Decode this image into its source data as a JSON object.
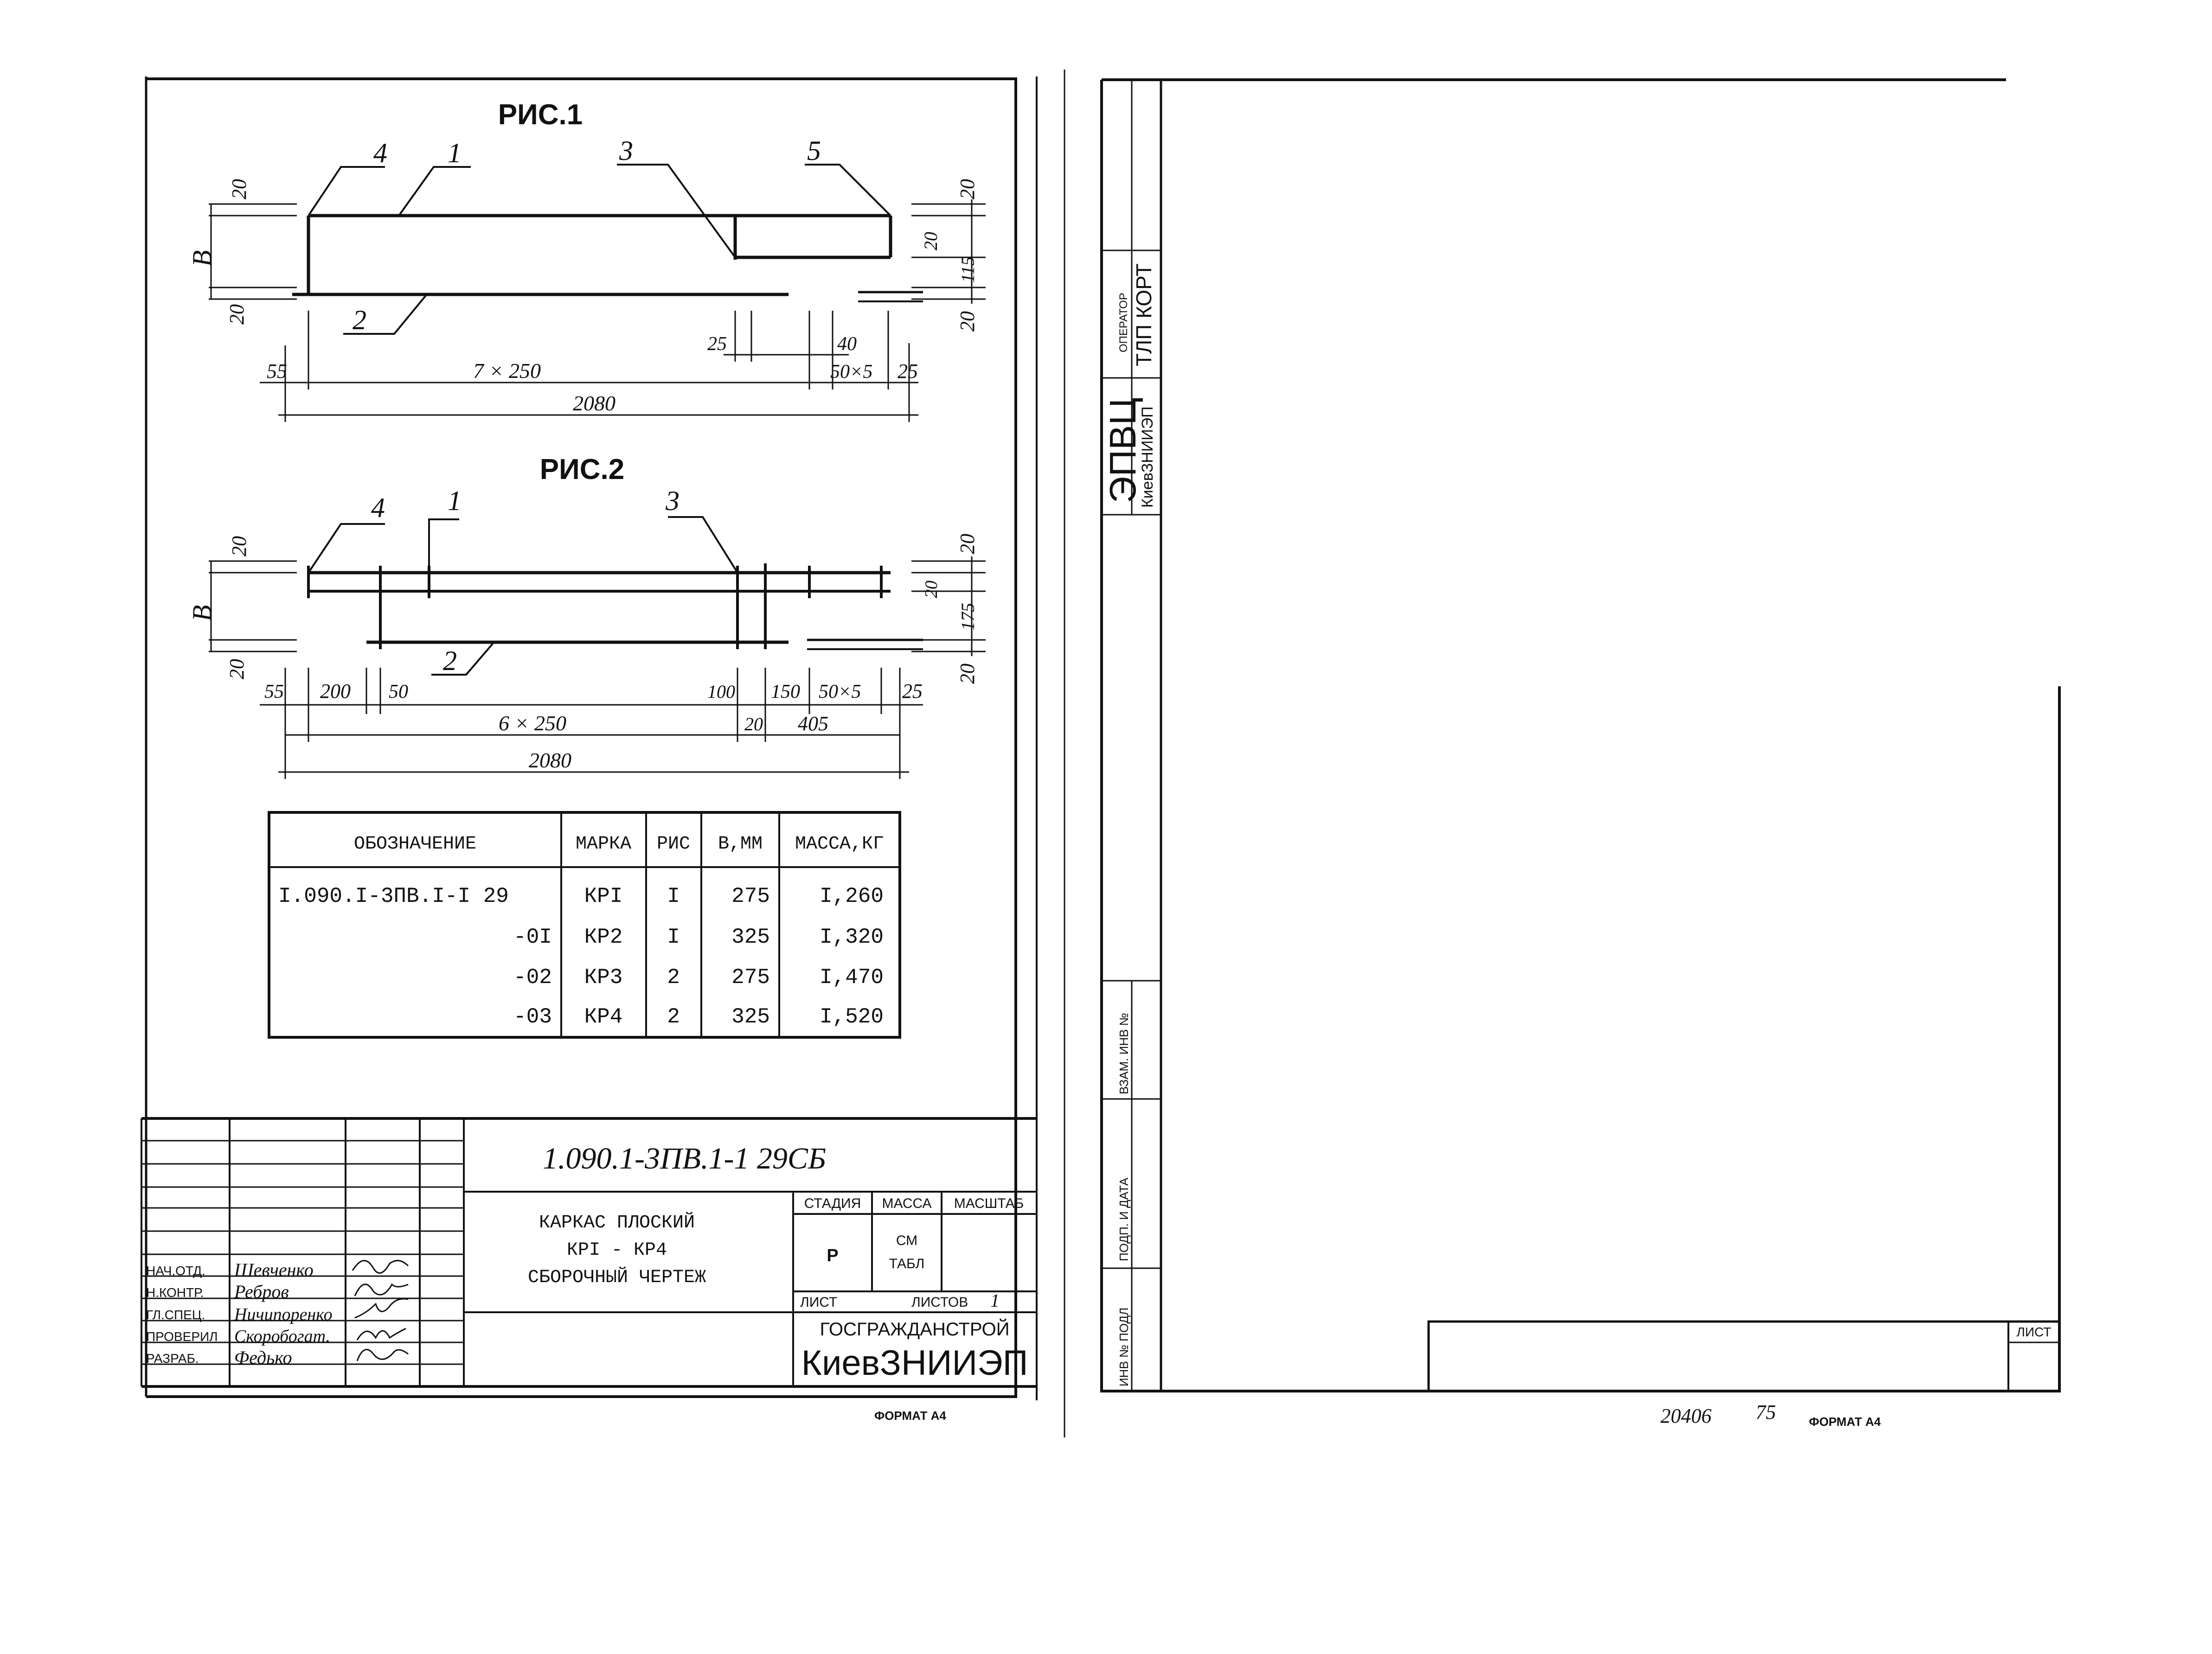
{
  "sheet1": {
    "fig1": {
      "title": "РИС.1",
      "callouts": [
        "4",
        "1",
        "3",
        "5",
        "2"
      ],
      "dims": {
        "b": "B",
        "top20": "20",
        "bot20": "20",
        "r_top20": "20",
        "r_20": "20",
        "r_115": "115",
        "r_bot20": "20",
        "d25": "25",
        "d40": "40",
        "d55": "55",
        "d7x250": "7 × 250",
        "d50x5": "50×5",
        "d25r": "25",
        "d2080": "2080"
      }
    },
    "fig2": {
      "title": "РИС.2",
      "callouts": [
        "4",
        "1",
        "3",
        "2"
      ],
      "dims": {
        "b": "B",
        "top20": "20",
        "bot20": "20",
        "r_top20": "20",
        "r_20": "20",
        "r_175": "175",
        "r_bot20": "20",
        "d55": "55",
        "d200": "200",
        "d50": "50",
        "d100": "100",
        "d150": "150",
        "d50x5": "50×5",
        "d25": "25",
        "d6x250": "6 × 250",
        "d20": "20",
        "d405": "405",
        "d2080": "2080"
      }
    },
    "table": {
      "headers": [
        "ОБОЗНАЧЕНИЕ",
        "МАРКА",
        "РИС",
        "В,ММ",
        "МАССА,КГ"
      ],
      "rows": [
        [
          "I.090.I-3ПВ.I-I 29",
          "КРI",
          "I",
          "275",
          "I,260"
        ],
        [
          "-0I",
          "КР2",
          "I",
          "325",
          "I,320"
        ],
        [
          "-02",
          "КР3",
          "2",
          "275",
          "I,470"
        ],
        [
          "-03",
          "КР4",
          "2",
          "325",
          "I,520"
        ]
      ]
    },
    "title_block": {
      "code": "1.090.1-3ПВ.1-1  29СБ",
      "name_lines": [
        "КАРКАС ПЛОСКИЙ",
        "КРI  -  КР4",
        "СБОРОЧНЫЙ  ЧЕРТЕЖ"
      ],
      "stage_header": "СТАДИЯ",
      "mass_header": "МАССА",
      "scale_header": "МАСШТАБ",
      "stage_value": "Р",
      "mass_value_1": "СМ",
      "mass_value_2": "ТАБЛ",
      "sheet_label": "ЛИСТ",
      "sheets_label": "ЛИСТОВ",
      "sheets_value": "1",
      "org_line1": "ГОСГРАЖДАНСТРОЙ",
      "org_line2": "КиевЗНИИЭП",
      "staff": [
        {
          "role": "НАЧ.ОТД.",
          "name": "Шевченко"
        },
        {
          "role": "Н.КОНТР.",
          "name": "Ребров"
        },
        {
          "role": "ГЛ.СПЕЦ.",
          "name": "Ничипоренко"
        },
        {
          "role": "ПРОВЕРИЛ",
          "name": "Скоробогат."
        },
        {
          "role": "РАЗРАБ.",
          "name": "Федько"
        }
      ]
    },
    "format": "ФОРМАТ  А4"
  },
  "sheet2": {
    "stamp_operator": "ОПЕРАТОР",
    "stamp_tlp": "ТЛП КОРТ",
    "stamp_epvc": "ЭПВЦ",
    "stamp_org": "КиевЗНИИЭП",
    "side_labels": [
      "ВЗАМ. ИНВ №",
      "ПОДП. И ДАТА",
      "ИНВ № ПОДЛ"
    ],
    "sheet_label": "ЛИСТ",
    "footer_number": "20406",
    "footer_sheet": "75",
    "format": "ФОРМАТ  А4"
  }
}
